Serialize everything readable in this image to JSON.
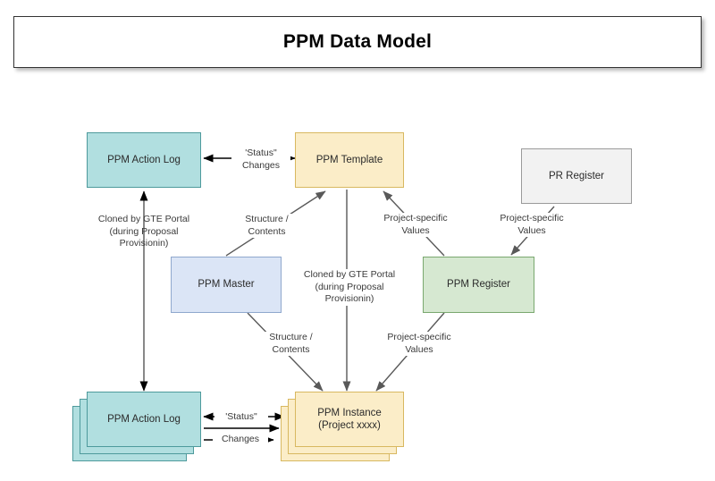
{
  "title": {
    "text": "PPM Data Model"
  },
  "colors": {
    "teal_fill": "#b1dfe0",
    "teal_stroke": "#4e9a9c",
    "cream_fill": "#fbedc8",
    "cream_stroke": "#d8b860",
    "blue_fill": "#dbe5f6",
    "blue_stroke": "#8fa8cd",
    "green_fill": "#d6e8d1",
    "green_stroke": "#7aa86f",
    "grey_fill": "#f2f2f2",
    "grey_stroke": "#9a9a9a",
    "arrow_dark": "#000000",
    "arrow_grey": "#595959",
    "text": "#2b2b2b"
  },
  "nodes": {
    "action_log_top": {
      "label": "PPM Action Log"
    },
    "ppm_template": {
      "label": "PPM Template"
    },
    "pr_register": {
      "label": "PR Register"
    },
    "ppm_master": {
      "label": "PPM Master"
    },
    "ppm_register": {
      "label": "PPM Register"
    },
    "action_log_bottom": {
      "label": "PPM Action Log"
    },
    "ppm_instance": {
      "line1": "PPM Instance",
      "line2": "(Project xxxx)"
    }
  },
  "edge_labels": {
    "status_changes_top": {
      "line1": "'Status\"",
      "line2": "Changes"
    },
    "cloned_left": {
      "line1": "Cloned by GTE Portal",
      "line2": "(during Proposal",
      "line3": "Provisionin)"
    },
    "structure_contents_up": {
      "line1": "Structure /",
      "line2": "Contents"
    },
    "project_values_reg_to_template": {
      "line1": "Project-specific",
      "line2": "Values"
    },
    "project_values_pr_to_reg": {
      "line1": "Project-specific",
      "line2": "Values"
    },
    "cloned_center": {
      "line1": "Cloned by GTE Portal",
      "line2": "(during Proposal",
      "line3": "Provisionin)"
    },
    "structure_contents_down": {
      "line1": "Structure /",
      "line2": "Contents"
    },
    "project_values_reg_to_instance": {
      "line1": "Project-specific",
      "line2": "Values"
    },
    "status_bottom": {
      "text": "'Status\""
    },
    "changes_bottom": {
      "text": "Changes"
    }
  }
}
